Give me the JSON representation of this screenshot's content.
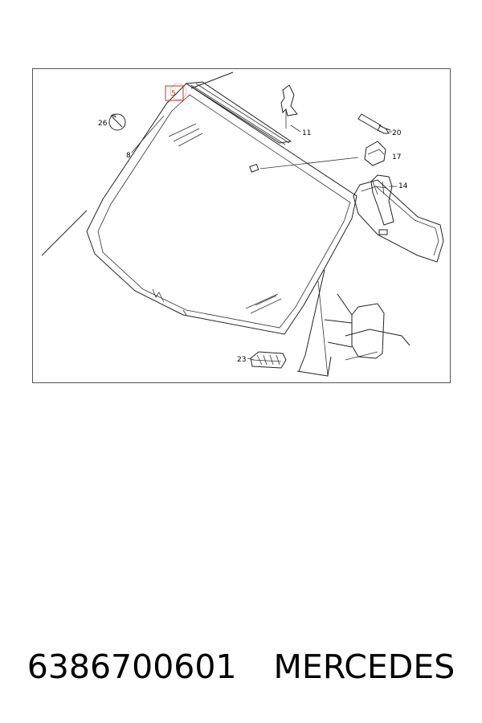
{
  "diagram": {
    "callouts": {
      "c5": "5",
      "c26": "26",
      "c8": "8",
      "c11": "11",
      "c20": "20",
      "c17": "17",
      "c14": "14",
      "c23": "23"
    },
    "highlight_color": "#c0392b"
  },
  "footer": {
    "part_number": "6386700601",
    "brand": "MERCEDES"
  }
}
